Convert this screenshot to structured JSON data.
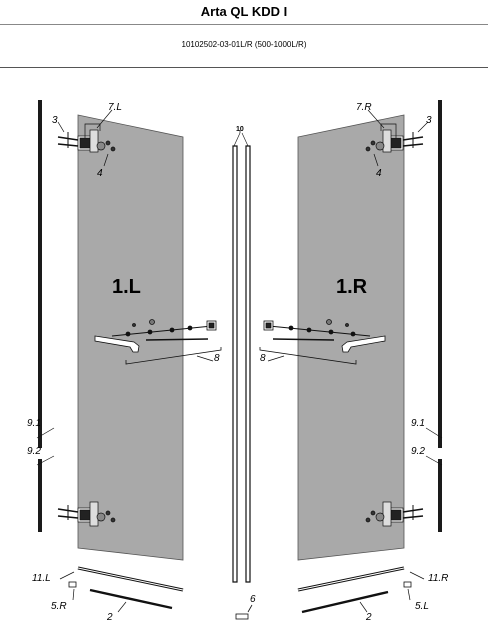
{
  "header": {
    "title": "Arta QL KDD I",
    "code": "10102502-03-01L/R (500-1000L/R)"
  },
  "labels": {
    "p3_left": "3",
    "p7L": "7.L",
    "p4_left": "4",
    "p1L": "1.L",
    "p8_left": "8",
    "p91_left": "9.1",
    "p92_left": "9.2",
    "p11L": "11.L",
    "p5R": "5.R",
    "p2_left": "2",
    "p10": "10",
    "p6": "6",
    "p7R": "7.R",
    "p3_right": "3",
    "p4_right": "4",
    "p1R": "1.R",
    "p8_right": "8",
    "p91_right": "9.1",
    "p92_right": "9.2",
    "p11R": "11.R",
    "p5L": "5.L",
    "p2_right": "2"
  },
  "colors": {
    "glass": "#a9a9a9",
    "profile": "#1a1a1a"
  }
}
